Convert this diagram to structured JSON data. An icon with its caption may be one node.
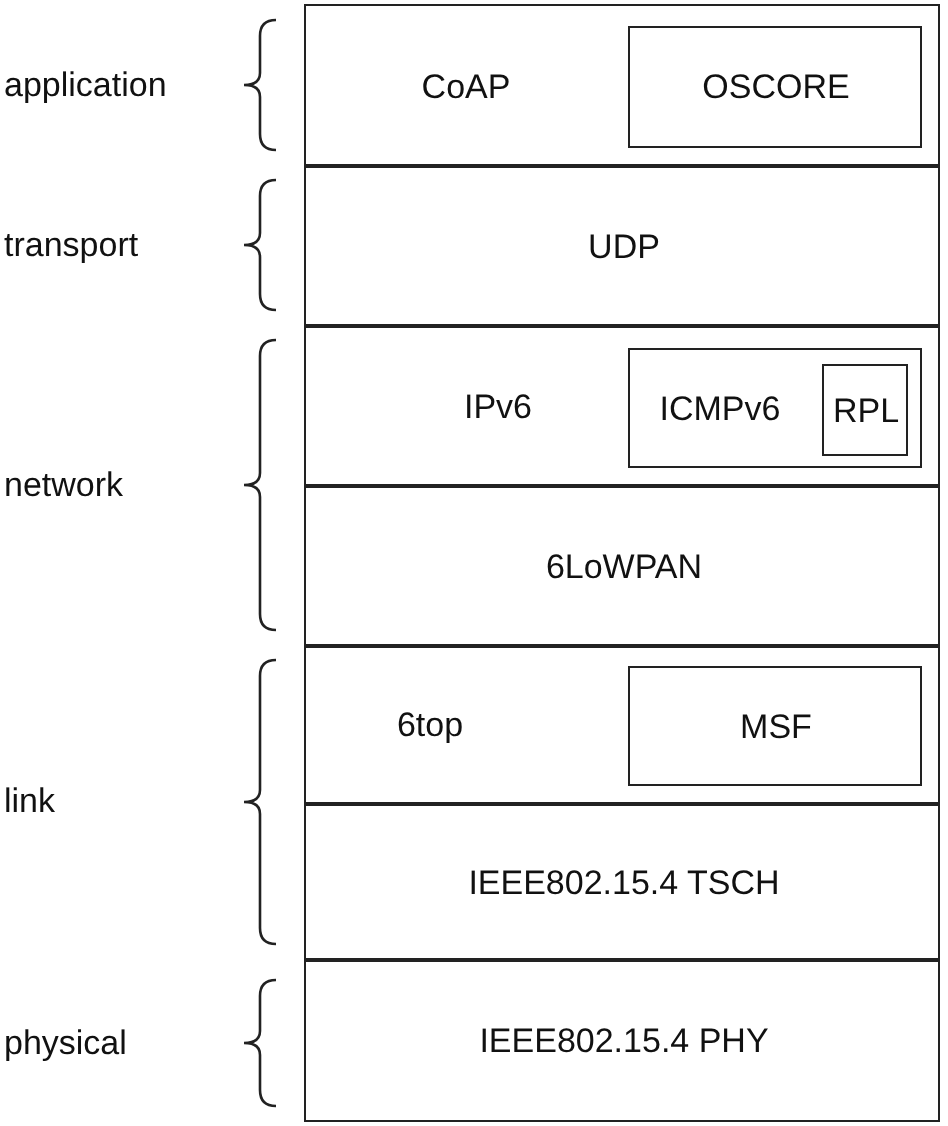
{
  "diagram": {
    "nodes": [
      {
        "text": [
          "CoAP"
        ]
      },
      {
        "text": [
          "OSCORE"
        ],
        "in": 0
      },
      {
        "text": [
          "UDP"
        ]
      },
      {
        "text": [
          "IPv6"
        ]
      },
      {
        "text": [
          "ICMPv6"
        ],
        "in": 3
      },
      {
        "text": [
          "RPL"
        ],
        "in": 4
      },
      {
        "text": [
          "6LoWPAN"
        ]
      },
      {
        "text": [
          "6top"
        ]
      },
      {
        "text": [
          "MSF"
        ],
        "in": 7
      },
      {
        "text": [
          "IEEE802.15.4 TSCH"
        ]
      },
      {
        "text": [
          "IEEE802.15.4 PHY"
        ]
      }
    ],
    "labels": [
      "application",
      "transport",
      "network",
      "link",
      "physical"
    ]
  }
}
